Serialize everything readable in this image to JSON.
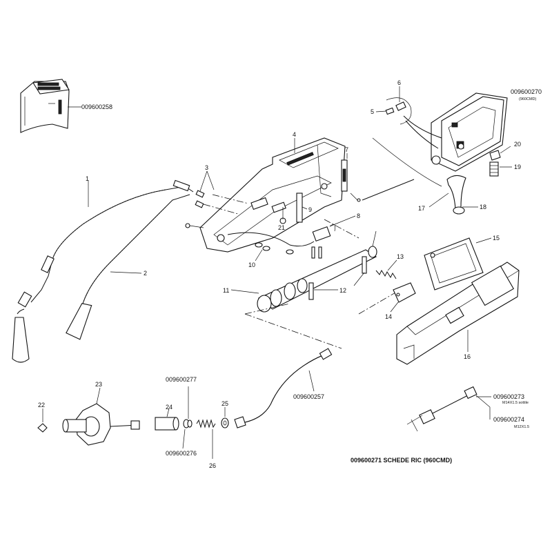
{
  "diagram": {
    "title": "009600271  SCHEDE RIC (960CMD)",
    "codes": {
      "c258": "009600258",
      "c270": "009600270",
      "c270_sub": "(960CMD)",
      "c277": "009600277",
      "c276": "009600276",
      "c257": "009600257",
      "c273": "009600273",
      "c273_sub": "M14X1.5 sottile",
      "c274": "009600274",
      "c274_sub": "M12X1.5"
    },
    "part_numbers": [
      "1",
      "2",
      "3",
      "4",
      "5",
      "6",
      "7",
      "8",
      "9",
      "10",
      "11",
      "12",
      "13",
      "14",
      "15",
      "16",
      "17",
      "18",
      "19",
      "20",
      "21",
      "22",
      "23",
      "24",
      "25",
      "26"
    ]
  }
}
